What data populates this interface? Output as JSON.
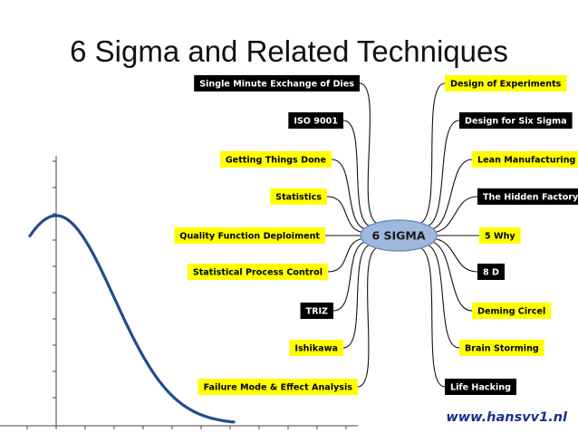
{
  "title": "6 Sigma and Related Techniques",
  "center": {
    "label": "6 SIGMA",
    "fill": "#9fb8dd",
    "stroke": "#6f8fc2"
  },
  "colors": {
    "highlight": "#ffff00",
    "dark_fill": "#000000",
    "connector": "#111111",
    "curve": "#1f4e8c",
    "footer": "#1a2f8f"
  },
  "nodes_left": [
    {
      "label": "Single Minute Exchange of Dies",
      "style": "dark"
    },
    {
      "label": "ISO 9001",
      "style": "dark"
    },
    {
      "label": "Getting Things Done",
      "style": "highlight"
    },
    {
      "label": "Statistics",
      "style": "highlight"
    },
    {
      "label": "Quality Function Deploiment",
      "style": "highlight"
    },
    {
      "label": "Statistical Process Control",
      "style": "highlight"
    },
    {
      "label": "TRIZ",
      "style": "dark"
    },
    {
      "label": "Ishikawa",
      "style": "highlight"
    },
    {
      "label": "Failure Mode & Effect Analysis",
      "style": "highlight"
    }
  ],
  "nodes_right": [
    {
      "label": "Design of Experiments",
      "style": "highlight"
    },
    {
      "label": "Design for Six Sigma",
      "style": "dark"
    },
    {
      "label": "Lean Manufacturing",
      "style": "highlight"
    },
    {
      "label": "The Hidden Factory",
      "style": "dark"
    },
    {
      "label": "5 Why",
      "style": "highlight"
    },
    {
      "label": "8 D",
      "style": "dark"
    },
    {
      "label": "Deming Circel",
      "style": "highlight"
    },
    {
      "label": "Brain Storming",
      "style": "highlight"
    },
    {
      "label": "Life Hacking",
      "style": "dark"
    }
  ],
  "footer": "www.hansvv1.nl"
}
